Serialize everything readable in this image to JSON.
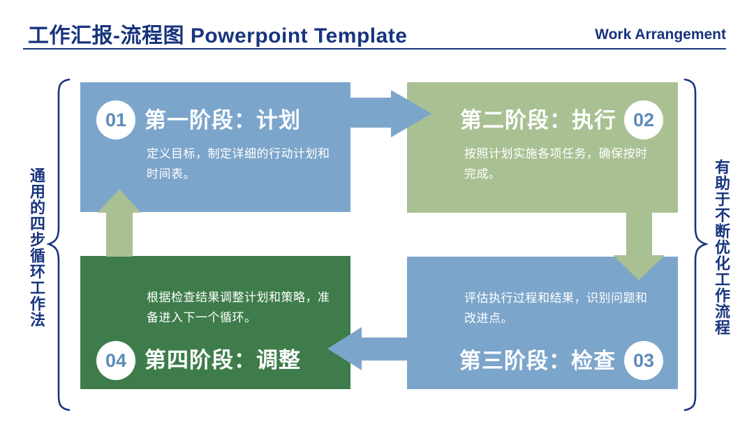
{
  "header": {
    "title": "工作汇报-流程图 Powerpoint Template",
    "subtitle": "Work Arrangement"
  },
  "side_labels": {
    "left": "通用的四步循环工作法",
    "right": "有助于不断优化工作流程"
  },
  "stages": [
    {
      "number": "01",
      "title": "第一阶段：计划",
      "description": "定义目标，制定详细的行动计划和时间表。",
      "color": "#7CA5CB",
      "number_side": "left"
    },
    {
      "number": "02",
      "title": "第二阶段：执行",
      "description": "按照计划实施各项任务，确保按时完成。",
      "color": "#A9C093",
      "number_side": "right"
    },
    {
      "number": "03",
      "title": "第三阶段：检查",
      "description": "评估执行过程和结果，识别问题和改进点。",
      "color": "#7CA5CB",
      "number_side": "right"
    },
    {
      "number": "04",
      "title": "第四阶段：调整",
      "description": "根据检查结果调整计划和策略，准备进入下一个循环。",
      "color": "#3E7D4B",
      "number_side": "left"
    }
  ],
  "colors": {
    "navy": "#18347E",
    "box-blue": "#7CA5CB",
    "box-green": "#A9C093",
    "box-dark-green": "#3E7D4B",
    "number-blue": "#5C8BB9",
    "text-white": "#FFFFFF"
  }
}
